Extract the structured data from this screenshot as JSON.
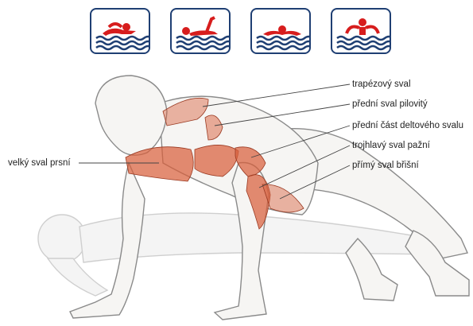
{
  "swim_icons": [
    {
      "icon": "freestyle-swimmer-icon"
    },
    {
      "icon": "backstroke-swimmer-icon"
    },
    {
      "icon": "breaststroke-swimmer-icon"
    },
    {
      "icon": "butterfly-swimmer-icon"
    }
  ],
  "colors": {
    "icon_frame": "#1f3f73",
    "swimmer": "#d71d1d",
    "water": "#1f3f73",
    "muscle": "#d8603c",
    "line_art": "#8a8a8a"
  },
  "labels": {
    "trapezius": "trapézový sval",
    "serratus": "přední sval pilovitý",
    "deltoid": "přední část deltového svalu",
    "triceps": "trojhlavý sval pažní",
    "abdominis": "přímý sval břišní",
    "pectoralis": "velký sval prsní"
  }
}
